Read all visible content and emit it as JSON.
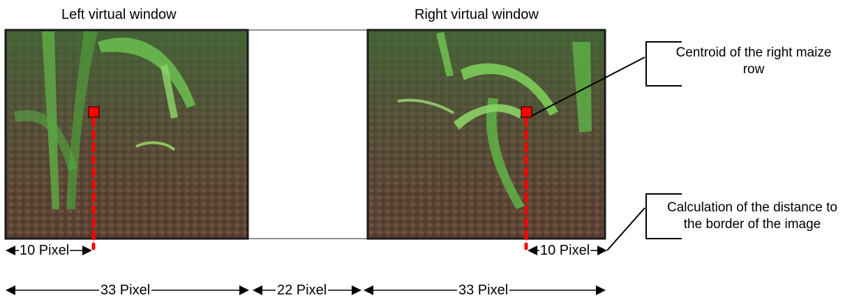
{
  "windows": {
    "left_title": "Left virtual window",
    "right_title": "Right virtual window"
  },
  "annotations": {
    "centroid_line1": "Centroid of the right maize",
    "centroid_line2": "row",
    "distance_line1": "Calculation of the distance to",
    "distance_line2": "the border of the image"
  },
  "measurements": {
    "left_offset": "10 Pixel",
    "right_offset": "10 Pixel",
    "left_window_width": "33 Pixel",
    "gap_width": "22 Pixel",
    "right_window_width": "33 Pixel"
  },
  "colors": {
    "centroid_marker": "#ff0000",
    "soil": "#6b4a3a",
    "leaf": "#4caf3c",
    "frame": "#1a1a1a"
  },
  "icons": {
    "centroid": "red-square-marker",
    "arrowhead": "filled-triangle"
  }
}
